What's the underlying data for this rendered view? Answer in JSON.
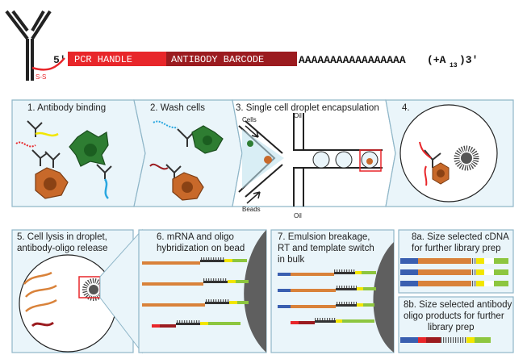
{
  "header": {
    "prime5": "5'",
    "pcr_handle": "PCR HANDLE",
    "antibody_barcode": "ANTIBODY BARCODE",
    "polyA": "AAAAAAAAAAAAAAAAA",
    "tail_open": "(+A",
    "tail_sub": "13",
    "tail_close": ")3'",
    "disulfide": "S-S"
  },
  "panels": {
    "p1": "1. Antibody binding",
    "p2": "2. Wash cells",
    "p3": "3. Single cell droplet encapsulation",
    "p3_cells": "Cells",
    "p3_beads": "Beads",
    "p3_oil_top": "Oil",
    "p3_oil_bottom": "Oil",
    "p4": "4.",
    "p5_line1": "5. Cell lysis in droplet,",
    "p5_line2": "antibody-oligo release",
    "p6_line1": "6. mRNA and oligo",
    "p6_line2": "hybridization on bead",
    "p7_line1": "7. Emulsion breakage,",
    "p7_line2": "RT and template switch",
    "p7_line3": "in bulk",
    "p8a_line1": "8a. Size selected cDNA",
    "p8a_line2": "for further library prep",
    "p8b_line1": "8b. Size selected antibody",
    "p8b_line2": "oligo products for further",
    "p8b_line3": "library prep"
  },
  "colors": {
    "pcr_red": "#e8262a",
    "barcode_darkred": "#9b1b1f",
    "panel_fill": "#eaf5fa",
    "panel_stroke": "#8fb6c8",
    "bead_gray": "#6b6b6b",
    "cell_green": "#2e7d32",
    "cell_orange": "#c8692a",
    "oligo_blue": "#3a5fb0",
    "oligo_yellow": "#f2e600",
    "oligo_green": "#8dc63f"
  }
}
